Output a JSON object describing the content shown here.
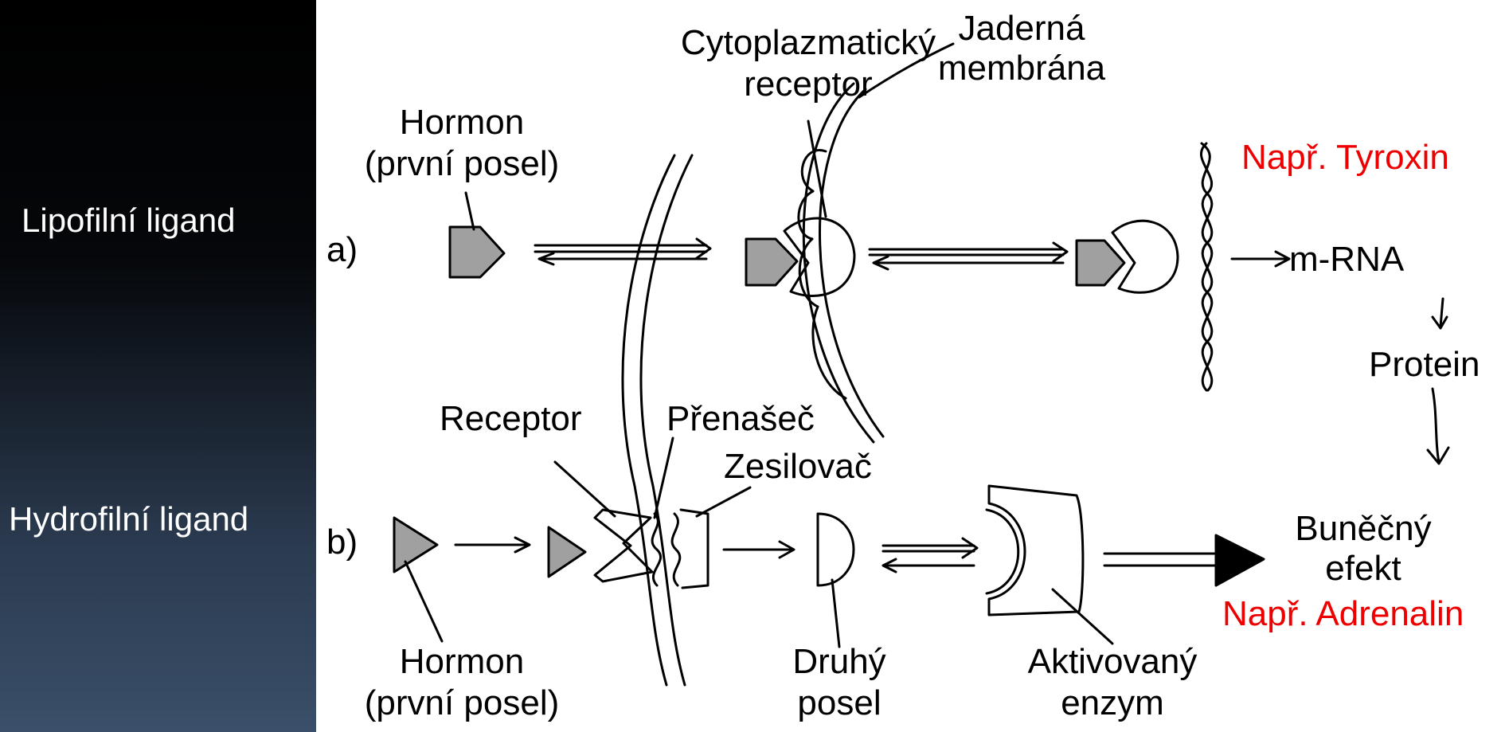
{
  "sidebar": {
    "lipofilni": "Lipofilní ligand",
    "hydrofilni": "Hydrofilní ligand"
  },
  "diagram": {
    "row_a_marker": "a)",
    "row_b_marker": "b)",
    "hormon_top_line1": "Hormon",
    "hormon_top_line2": "(první posel)",
    "cyto_line1": "Cytoplazmatický",
    "cyto_line2": "receptor",
    "jaderna_line1": "Jaderná",
    "jaderna_line2": "membrána",
    "napr_tyroxin": "Např. Tyroxin",
    "mrna": "m-RNA",
    "protein": "Protein",
    "receptor": "Receptor",
    "prenasec": "Přenašeč",
    "zesilovac": "Zesilovač",
    "bunecny_line1": "Buněčný",
    "bunecny_line2": "efekt",
    "napr_adrenalin": "Např. Adrenalin",
    "hormon_bottom_line1": "Hormon",
    "hormon_bottom_line2": "(první posel)",
    "druhy_line1": "Druhý",
    "druhy_line2": "posel",
    "aktivovany_line1": "Aktivovaný",
    "aktivovany_line2": "enzym"
  },
  "colors": {
    "accent_red": "#ee0000",
    "hormone_fill": "#a0a0a0"
  }
}
